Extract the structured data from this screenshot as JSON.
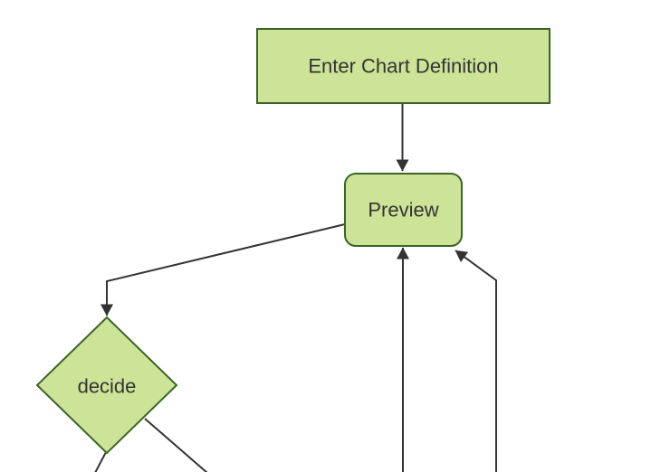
{
  "diagram": {
    "type": "flowchart",
    "direction": "top-down",
    "theme": {
      "background": "#ffffff",
      "node_fill": "#cde498",
      "node_border": "#3d6428",
      "edge_color": "#333333",
      "text_color": "#333333"
    },
    "nodes": [
      {
        "id": "enter-chart-definition",
        "label": "Enter Chart Definition",
        "shape": "rectangle"
      },
      {
        "id": "preview",
        "label": "Preview",
        "shape": "rounded-rectangle"
      },
      {
        "id": "decide",
        "label": "decide",
        "shape": "diamond"
      }
    ],
    "edges": [
      {
        "from": "enter-chart-definition",
        "to": "preview",
        "arrow": "arrowhead"
      },
      {
        "from": "preview",
        "to": "decide",
        "arrow": "arrowhead"
      },
      {
        "from": "decide",
        "to": "offscreen-bottom-left",
        "arrow": "none-visible"
      },
      {
        "from": "decide",
        "to": "offscreen-bottom-right",
        "arrow": "none-visible"
      },
      {
        "from": "offscreen-bottom",
        "to": "preview",
        "arrow": "arrowhead"
      },
      {
        "from": "offscreen-bottom-right",
        "to": "preview",
        "arrow": "arrowhead"
      }
    ]
  }
}
